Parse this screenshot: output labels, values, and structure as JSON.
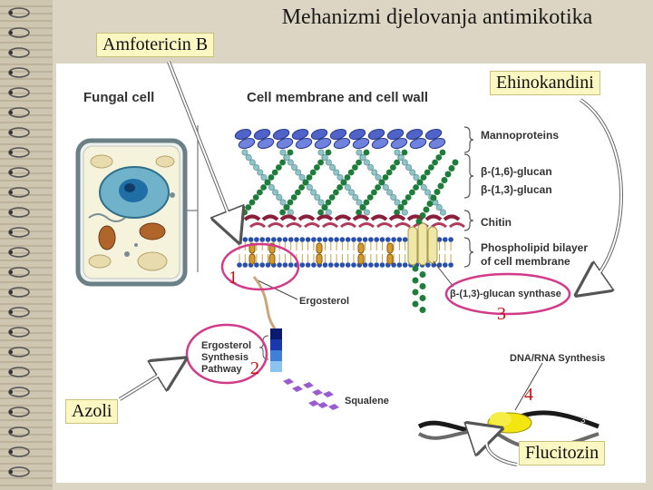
{
  "title": "Mehanizmi djelovanja antimikotika",
  "callouts": {
    "amphotericin": "Amfotericin B",
    "echinocandins": "Ehinokandini",
    "azoles": "Azoli",
    "flucytosine": "Flucitozin"
  },
  "figure": {
    "fungal_cell": "Fungal cell",
    "membrane_wall": "Cell membrane and cell wall",
    "mannoproteins": "Mannoproteins",
    "glucan_16": "β-(1,6)-glucan",
    "glucan_13": "β-(1,3)-glucan",
    "chitin": "Chitin",
    "phospholipid_1": "Phospholipid bilayer",
    "phospholipid_2": "of cell membrane",
    "ergosterol": "Ergosterol",
    "glucan_synthase": "β-(1,3)-glucan synthase",
    "ergo_pathway_1": "Ergosterol",
    "ergo_pathway_2": "Synthesis",
    "ergo_pathway_3": "Pathway",
    "squalene": "Squalene",
    "dna_rna": "DNA/RNA Synthesis"
  },
  "markers": [
    "1",
    "2",
    "3",
    "4"
  ],
  "colors": {
    "background": "#ddd5c3",
    "callout": "#fbf7c2",
    "marker_red": "#c21212",
    "ellipse_pink": "#d23a8a",
    "mannoprotein": "#4f63c8",
    "glucan_green": "#1e7d3a",
    "glucan_light": "#8ec3c7",
    "chitin": "#8a1f3a",
    "ergosterol_blue": "#2d3fb0",
    "squalene_purple": "#9a5bd0"
  }
}
